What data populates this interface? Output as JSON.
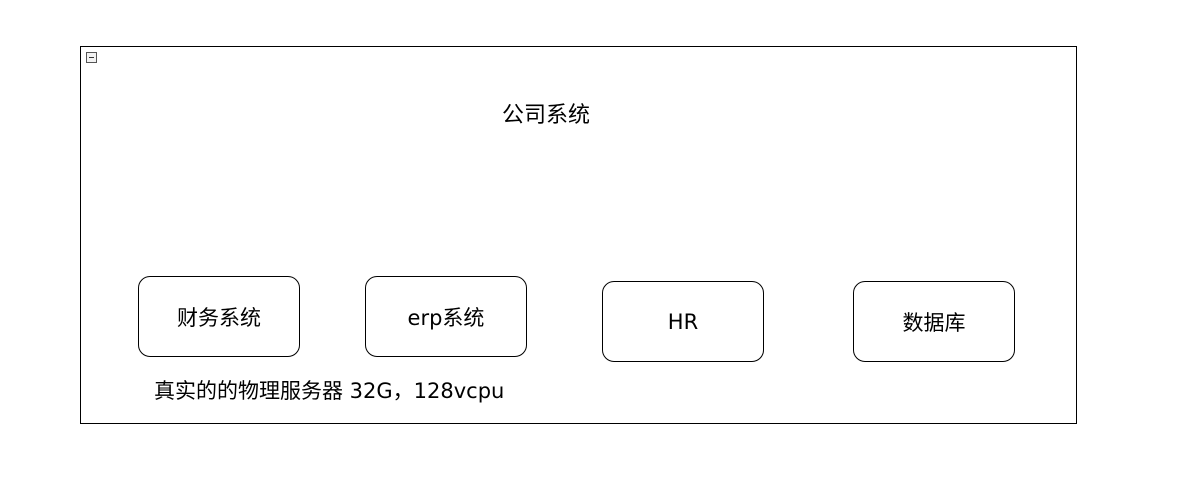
{
  "diagram": {
    "container": {
      "title": "公司系统",
      "collapse_icon": "minus-square-icon"
    },
    "nodes": [
      {
        "id": "finance",
        "label": "财务系统"
      },
      {
        "id": "erp",
        "label": "erp系统"
      },
      {
        "id": "hr",
        "label": "HR"
      },
      {
        "id": "database",
        "label": "数据库"
      }
    ],
    "caption": "真实的的物理服务器 32G，128vcpu"
  }
}
